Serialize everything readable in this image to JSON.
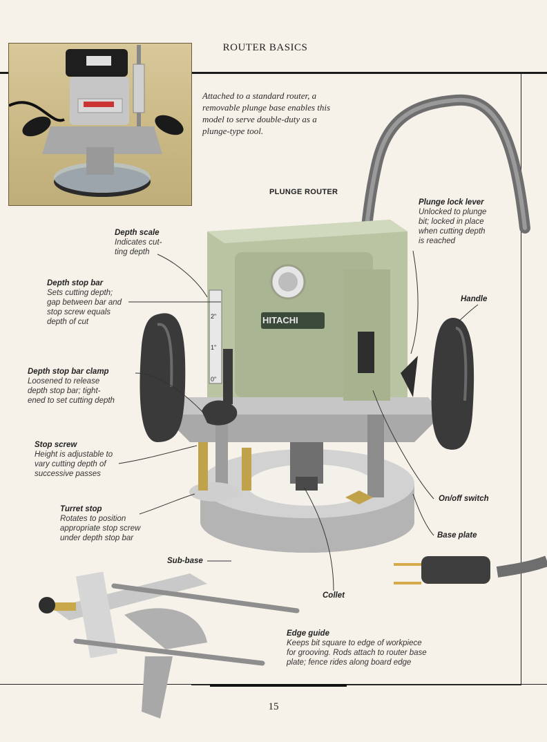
{
  "header": {
    "section": "ROUTER BASICS"
  },
  "caption": "Attached to a standard router, a removable plunge base enables this model to serve double-duty as a plunge-type tool.",
  "diagram": {
    "title": "PLUNGE ROUTER",
    "brand": "HITACHI",
    "scale_marks": [
      "2\"",
      "1\"",
      "0\""
    ],
    "callouts": {
      "depth_scale": {
        "name": "Depth scale",
        "desc": [
          "Indicates cut-",
          "ting depth"
        ]
      },
      "depth_stop_bar": {
        "name": "Depth stop bar",
        "desc": [
          "Sets cutting depth;",
          "gap between bar and",
          "stop screw equals",
          "depth of cut"
        ]
      },
      "depth_stop_bar_clamp": {
        "name": "Depth stop bar clamp",
        "desc": [
          "Loosened to release",
          "depth stop bar; tight-",
          "ened to set cutting depth"
        ]
      },
      "stop_screw": {
        "name": "Stop screw",
        "desc": [
          "Height is adjustable to",
          "vary cutting depth of",
          "successive passes"
        ]
      },
      "turret_stop": {
        "name": "Turret stop",
        "desc": [
          "Rotates to position",
          "appropriate stop screw",
          "under depth stop bar"
        ]
      },
      "sub_base": {
        "name": "Sub-base"
      },
      "collet": {
        "name": "Collet"
      },
      "plunge_lock_lever": {
        "name": "Plunge lock lever",
        "desc": [
          "Unlocked to plunge",
          "bit; locked in place",
          "when cutting depth",
          "is reached"
        ]
      },
      "handle": {
        "name": "Handle"
      },
      "on_off_switch": {
        "name": "On/off switch"
      },
      "base_plate": {
        "name": "Base plate"
      },
      "edge_guide": {
        "name": "Edge guide",
        "desc": [
          "Keeps bit square to edge of workpiece",
          "for grooving. Rods attach to router base",
          "plate; fence rides along board edge"
        ]
      }
    }
  },
  "page_number": "15",
  "colors": {
    "router_body": "#b9c4a3",
    "handle": "#3c3c3c",
    "base": "#c8c8c8",
    "cord": "#7a7a7a",
    "paper": "#f6f2ea"
  }
}
